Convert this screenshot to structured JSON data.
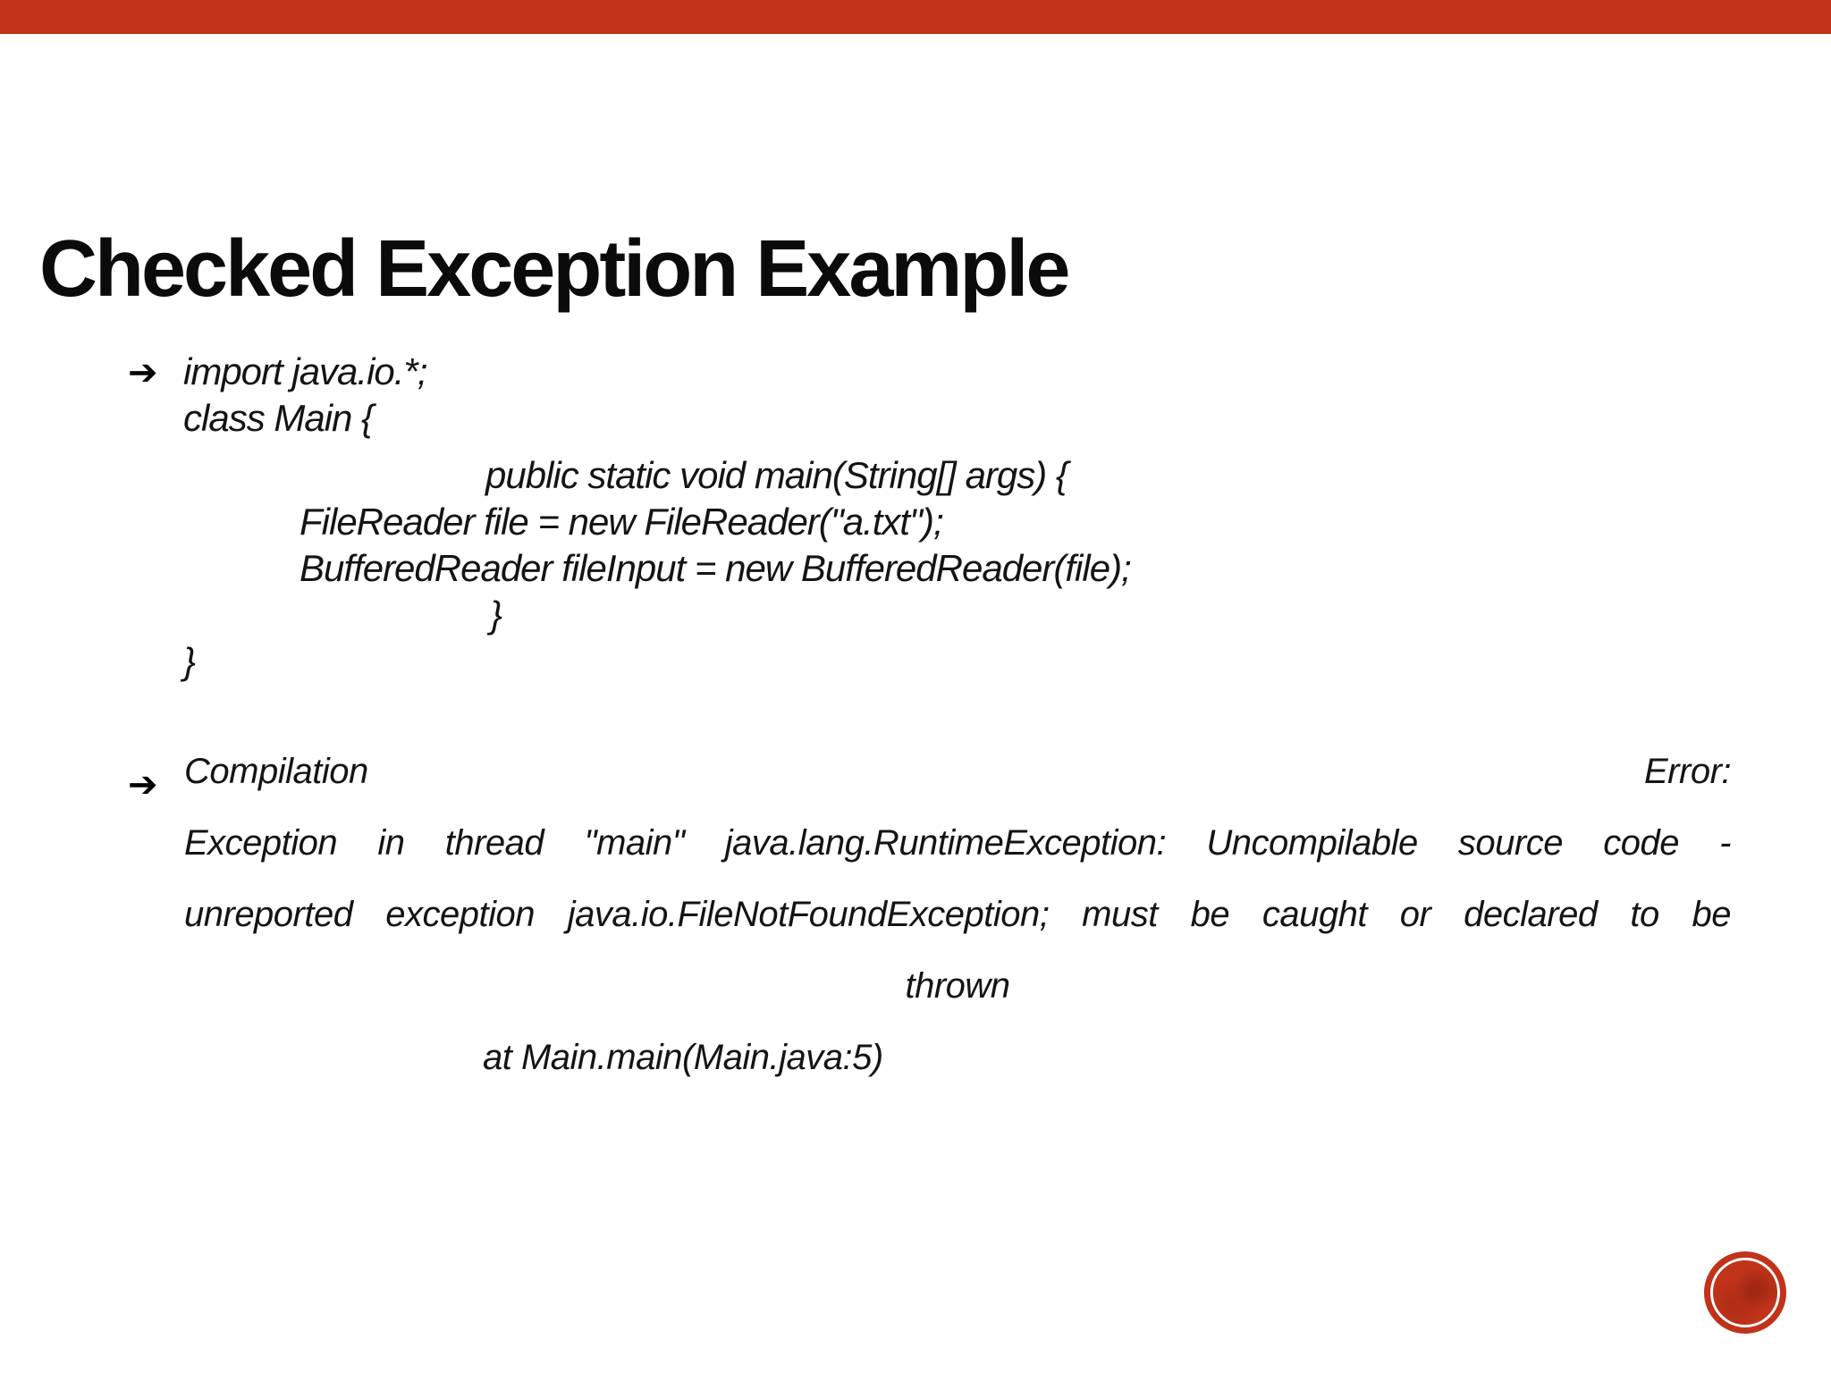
{
  "slide": {
    "title": "Checked Exception Example",
    "bullet_arrow_glyph": "➔",
    "code": {
      "l1": "import java.io.*;",
      "l2": "class Main {",
      "l3": "public static void main(String[] args) {",
      "l4": "FileReader file = new FileReader(\"a.txt\");",
      "l5": "BufferedReader fileInput = new BufferedReader(file);",
      "l6": "}",
      "l7": "}"
    },
    "error": {
      "l1_left": "Compilation",
      "l1_right": "Error:",
      "l2": "Exception in thread \"main\" java.lang.RuntimeException: Uncompilable source code -",
      "l3": "unreported exception java.io.FileNotFoundException; must be caught or declared to be",
      "l4": "thrown",
      "l5": "at Main.main(Main.java:5)"
    },
    "colors": {
      "accent_red": "#c1331a",
      "text": "#141414",
      "background": "#ffffff"
    }
  }
}
